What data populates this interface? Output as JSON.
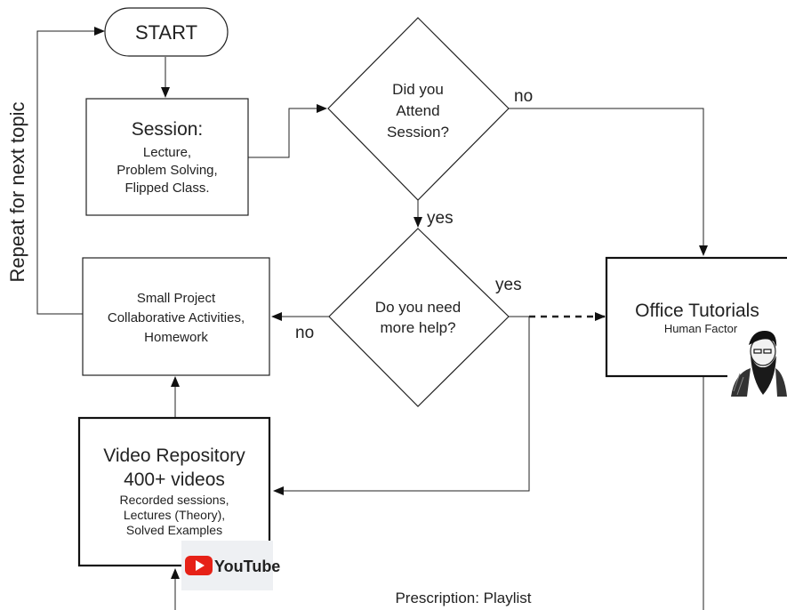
{
  "start": {
    "label": "START"
  },
  "session": {
    "title": "Session:",
    "lines": [
      "Lecture,",
      "Problem Solving,",
      "Flipped Class."
    ]
  },
  "attend": {
    "lines": [
      "Did you",
      "Attend",
      "Session?"
    ],
    "no_label": "no",
    "yes_label": "yes"
  },
  "help": {
    "lines": [
      "Do you need",
      "more help?"
    ],
    "no_label": "no",
    "yes_label": "yes"
  },
  "project": {
    "lines": [
      "Small Project",
      "Collaborative Activities,",
      "Homework"
    ]
  },
  "office": {
    "title": "Office Tutorials",
    "subtitle": "Human Factor",
    "avatar_icon": "bearded-man-portrait"
  },
  "video": {
    "title_lines": [
      "Video Repository",
      "400+ videos"
    ],
    "detail_lines": [
      "Recorded sessions,",
      "Lectures (Theory),",
      "Solved Examples"
    ],
    "logo_text": "YouTube",
    "logo_icon": "youtube-play-icon",
    "brand_color": "#e62117"
  },
  "loop_label": "Repeat for  next topic",
  "footer_label": "Prescription: Playlist"
}
